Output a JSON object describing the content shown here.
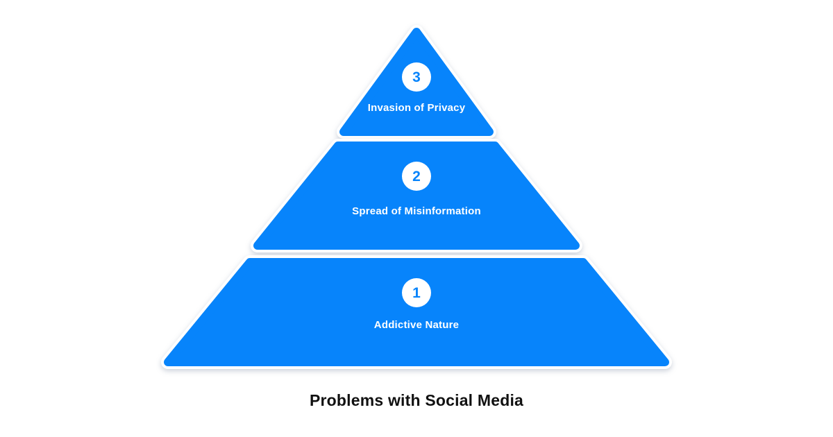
{
  "title": "Problems with Social Media",
  "colors": {
    "primary": "#0784FB",
    "label": "#FFFFFF",
    "number": "#0784FB",
    "title_color": "#111111",
    "bg": "#FFFFFF"
  },
  "pyramid": {
    "type": "pyramid-diagram",
    "level_count": 3,
    "levels": [
      {
        "number": "3",
        "label": "Invasion of Privacy"
      },
      {
        "number": "2",
        "label": "Spread of Misinformation"
      },
      {
        "number": "1",
        "label": "Addictive Nature"
      }
    ]
  }
}
